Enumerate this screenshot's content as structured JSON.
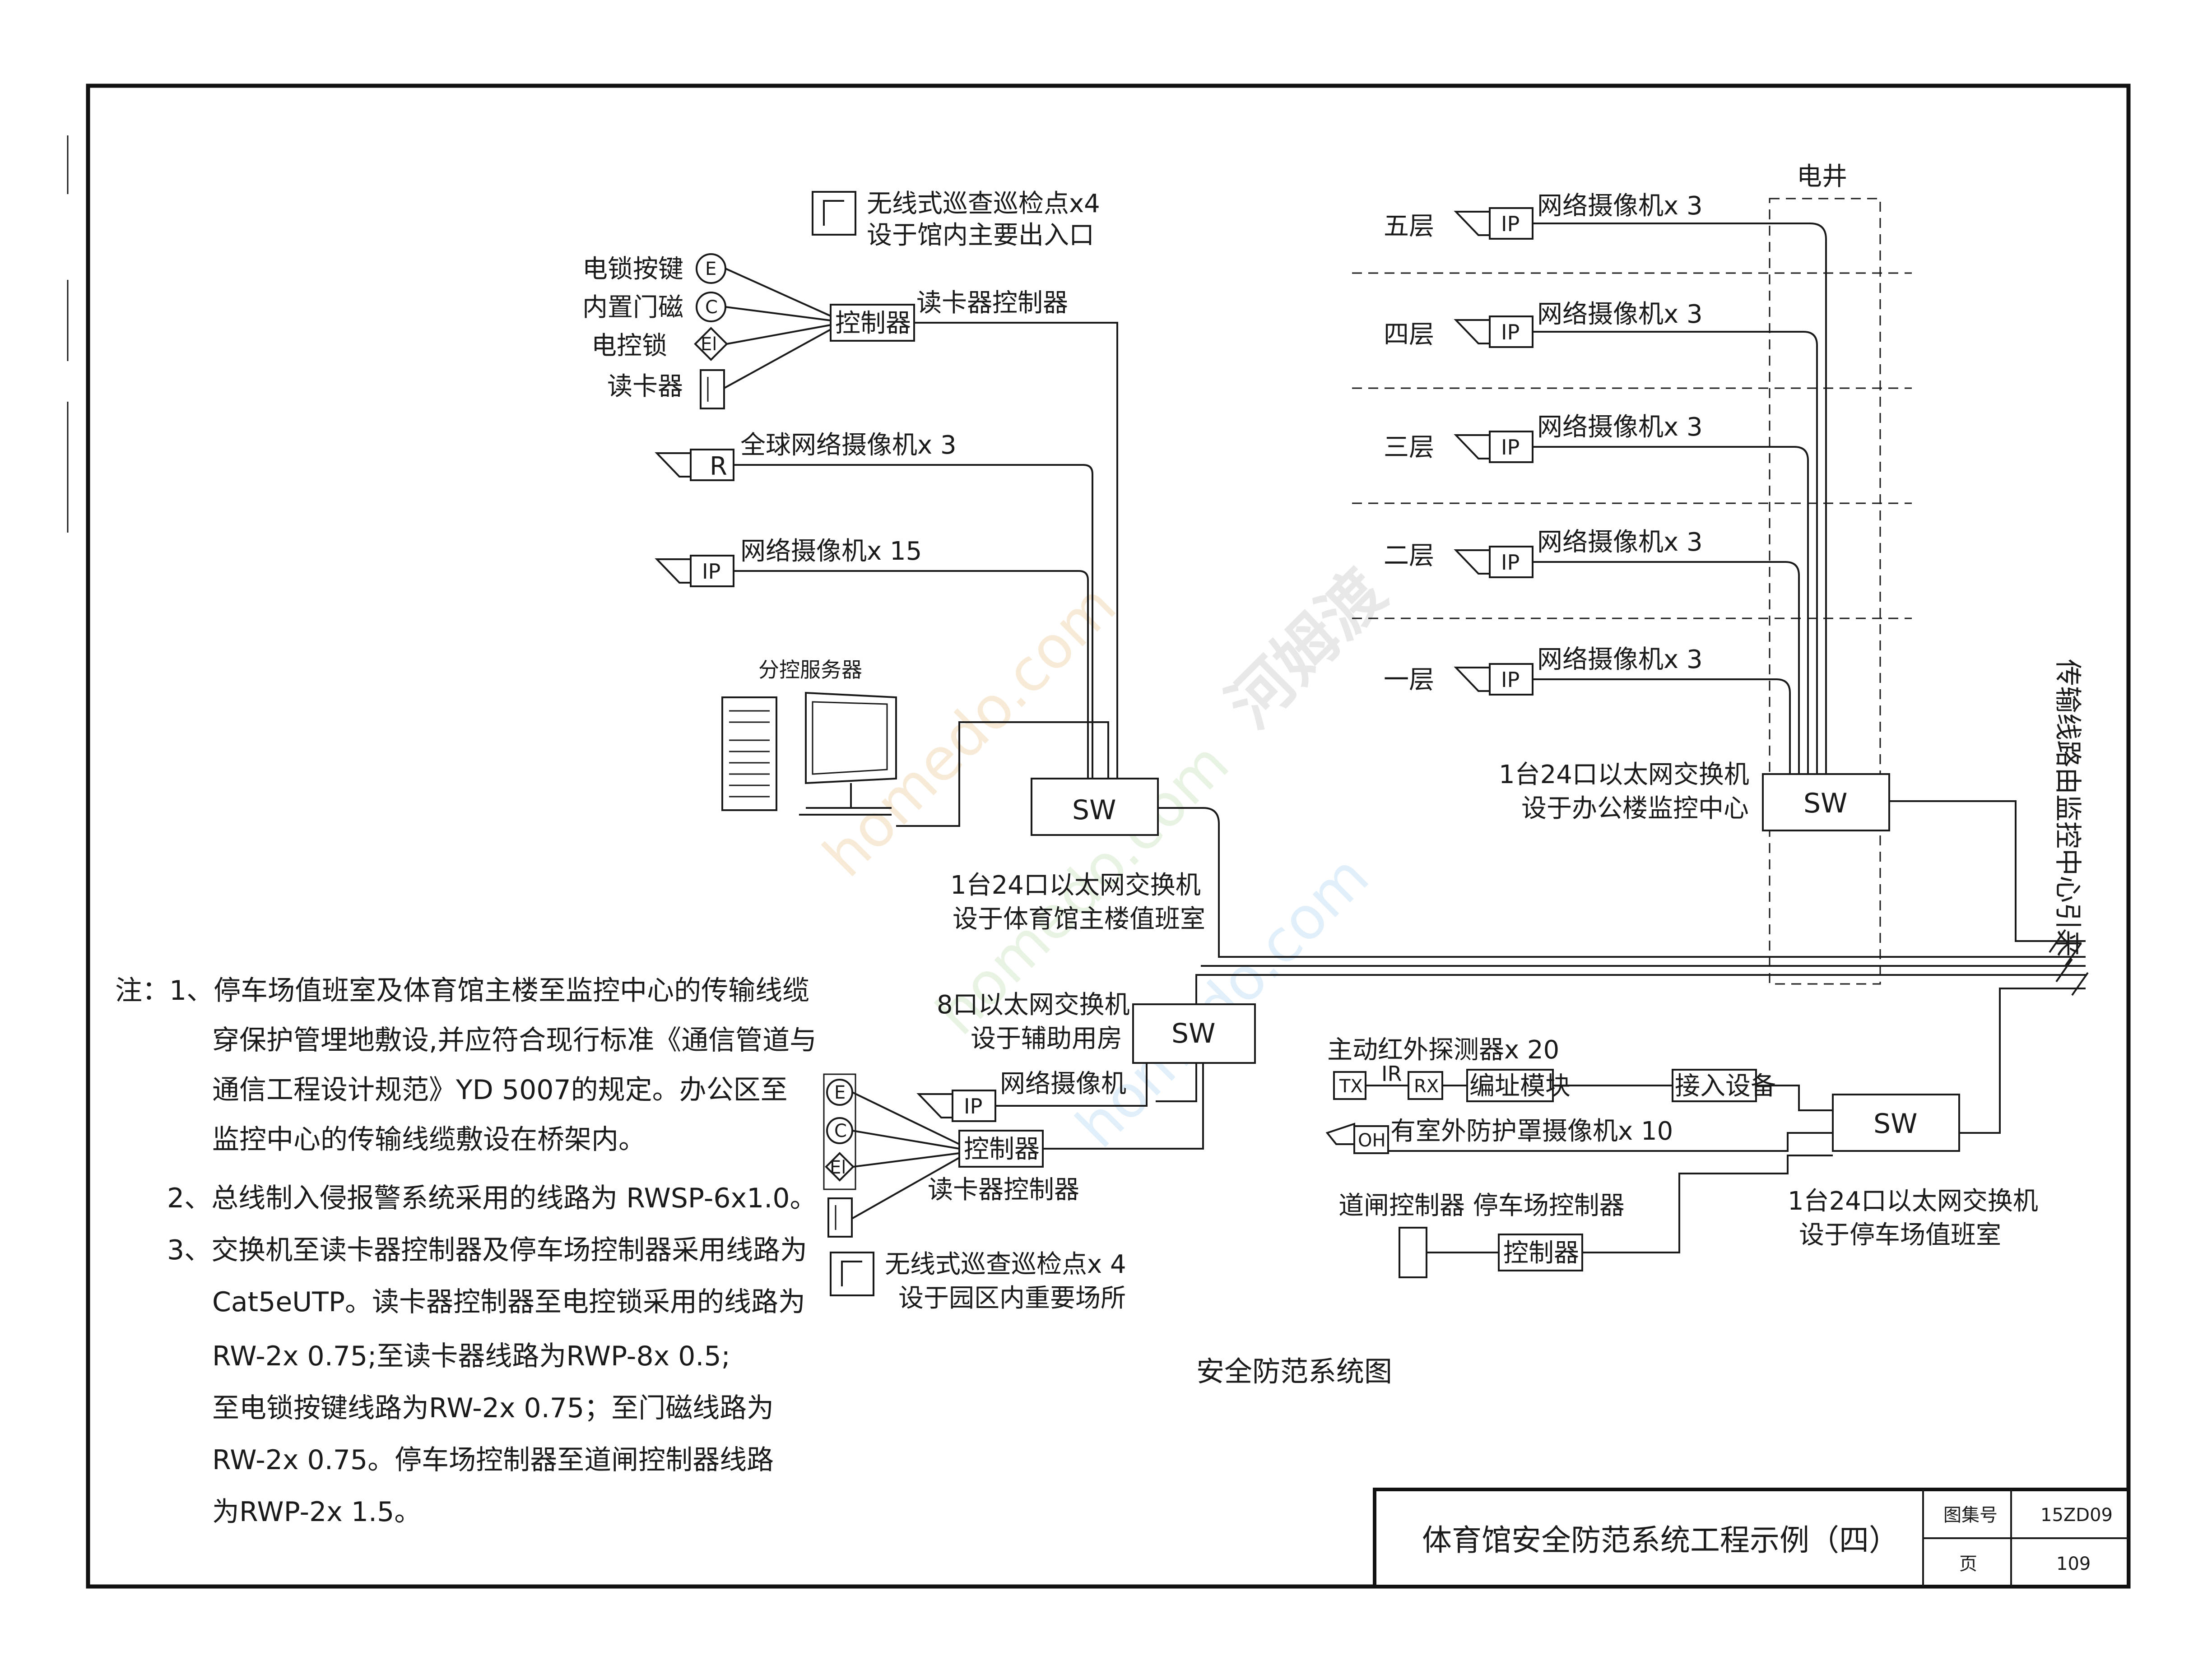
{
  "reader_group": {
    "patrol_title": "无线式巡查巡检点x4",
    "patrol_loc": "设于馆内主要出入口",
    "lock_button": "电锁按键",
    "door_magnet": "内置门磁",
    "electric_lock": "电控锁",
    "card_reader": "读卡器",
    "controller": "控制器",
    "controller_name": "读卡器控制器",
    "icon_e": "E",
    "icon_c": "C",
    "icon_el": "El"
  },
  "cameras_main": {
    "dome_label": "全球网络摄像机x 3",
    "dome_tag": "R",
    "ip_label": "网络摄像机x 15",
    "ip_tag": "IP"
  },
  "server": {
    "label": "分控服务器"
  },
  "sw_main": {
    "label": "SW",
    "desc1": "1台24口以太网交换机",
    "desc2": "设于体育馆主楼值班室"
  },
  "shaft": {
    "label": "电井"
  },
  "floors": [
    {
      "name": "五层",
      "camera": "网络摄像机x 3",
      "tag": "IP"
    },
    {
      "name": "四层",
      "camera": "网络摄像机x 3",
      "tag": "IP"
    },
    {
      "name": "三层",
      "camera": "网络摄像机x 3",
      "tag": "IP"
    },
    {
      "name": "二层",
      "camera": "网络摄像机x 3",
      "tag": "IP"
    },
    {
      "name": "一层",
      "camera": "网络摄像机x 3",
      "tag": "IP"
    }
  ],
  "sw_office": {
    "label": "SW",
    "desc1": "1台24口以太网交换机",
    "desc2": "设于办公楼监控中心"
  },
  "vertical_note": "传输线路由监控中心引来",
  "sw_aux": {
    "label": "SW",
    "desc1": "8口以太网交换机",
    "desc2": "设于辅助用房"
  },
  "aux_group": {
    "camera": "网络摄像机",
    "tag": "IP",
    "controller": "控制器",
    "controller_name": "读卡器控制器",
    "patrol_title": "无线式巡查巡检点x 4",
    "patrol_loc": "设于园区内重要场所",
    "icon_e": "E",
    "icon_c": "C",
    "icon_el": "El"
  },
  "parking": {
    "ir_title": "主动红外探测器x 20",
    "tx": "TX",
    "ir": "IR",
    "rx": "RX",
    "encoder": "编址模块",
    "access": "接入设备",
    "oh_tag": "OH",
    "outdoor_cam": "有室外防护罩摄像机x 10",
    "gate_ctrl": "道闸控制器 停车场控制器",
    "controller": "控制器",
    "sw_label": "SW",
    "sw_desc1": "1台24口以太网交换机",
    "sw_desc2": "设于停车场值班室"
  },
  "diagram_title": "安全防范系统图",
  "notes": [
    "注：1、停车场值班室及体育馆主楼至监控中心的传输线缆",
    "穿保护管埋地敷设,并应符合现行标准《通信管道与",
    "通信工程设计规范》YD 5007的规定。办公区至",
    "监控中心的传输线缆敷设在桥架内。",
    "2、总线制入侵报警系统采用的线路为 RWSP-6x1.0。",
    "3、交换机至读卡器控制器及停车场控制器采用线路为",
    "Cat5eUTP。读卡器控制器至电控锁采用的线路为",
    "RW-2x 0.75;至读卡器线路为RWP-8x 0.5;",
    "至电锁按键线路为RW-2x 0.75；至门磁线路为",
    "RW-2x 0.75。停车场控制器至道闸控制器线路",
    "为RWP-2x 1.5。"
  ],
  "title_block": {
    "title": "体育馆安全防范系统工程示例（四）",
    "atlas_label": "图集号",
    "atlas_value": "15ZD09",
    "page_label": "页",
    "page_value": "109"
  },
  "watermark": {
    "site1": "homedo.com",
    "site2": "homedo.com",
    "site3": "homedo.com",
    "brand": "河姆渡"
  }
}
